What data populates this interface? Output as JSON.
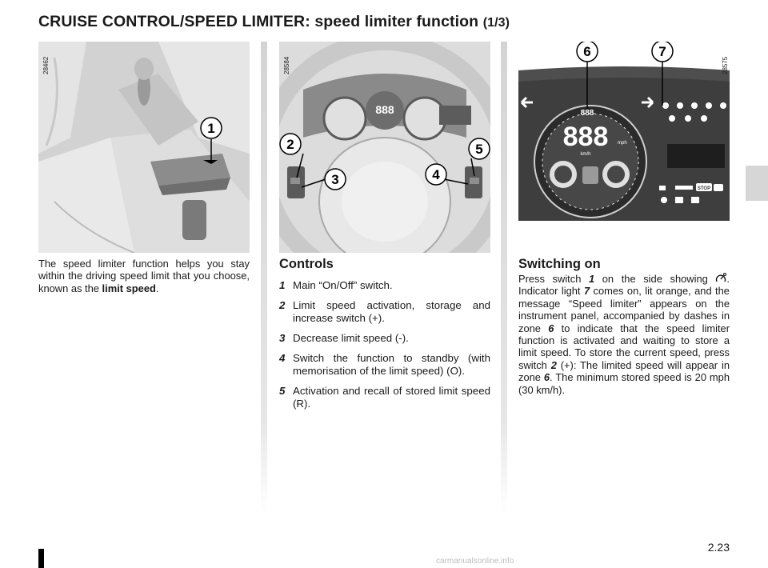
{
  "title": {
    "main": "CRUISE CONTROL/SPEED LIMITER: speed limiter function",
    "part": "(1/3)"
  },
  "figures": {
    "left": {
      "code": "28462",
      "callouts": [
        "1"
      ]
    },
    "middle": {
      "code": "28584",
      "display": "888",
      "callouts": [
        "2",
        "3",
        "4",
        "5"
      ]
    },
    "right": {
      "code": "28575",
      "speed_display": "888",
      "unit": "mph",
      "sub_unit": "km/h",
      "small_display": "888",
      "stop_label": "STOP",
      "callouts": [
        "6",
        "7"
      ]
    }
  },
  "intro": {
    "text": "The speed limiter function helps you stay within the driving speed limit that you choose, known as the ",
    "bold": "limit speed",
    "end": "."
  },
  "controls": {
    "heading": "Controls",
    "items": [
      {
        "num": "1",
        "text": "Main “On/Off” switch."
      },
      {
        "num": "2",
        "text": "Limit speed activation, storage and increase switch (+)."
      },
      {
        "num": "3",
        "text": "Decrease limit speed (-)."
      },
      {
        "num": "4",
        "text": "Switch the function to standby (with memorisation of the limit speed) (O)."
      },
      {
        "num": "5",
        "text": "Activation and recall of stored limit speed (R)."
      }
    ]
  },
  "switching_on": {
    "heading": "Switching on",
    "s1": "Press switch ",
    "n1": "1",
    "s2": " on the side showing ",
    "s3": ". Indicator light ",
    "n2": "7",
    "s4": " comes on, lit orange, and the message “Speed limiter” appears on the instrument panel, accompanied by dashes in zone ",
    "n3": "6",
    "s5": " to indicate that the speed limiter function is activated and waiting to store a limit speed. To store the current speed, press switch ",
    "n4": "2",
    "s6": " (+): The limited speed will appear in zone ",
    "n5": "6",
    "s7": ". The minimum stored speed is 20 mph (30 km/h)."
  },
  "page_number": "2.23",
  "watermark": "carmanualsonline.info"
}
